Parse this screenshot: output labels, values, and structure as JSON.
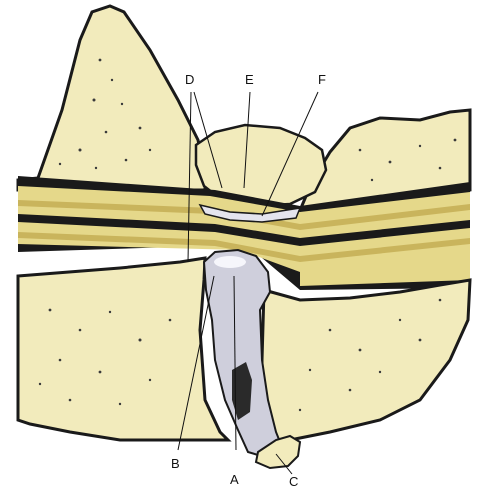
{
  "colors": {
    "bone": "#f2ebbc",
    "bone_outline": "#1a1a1a",
    "tendon": "#e5d88a",
    "tendon_band": "#c9b45c",
    "cartilage": "#e4e4ee",
    "fibrous_tissue": "#cfcfdc",
    "background": "#ffffff"
  },
  "labels": {
    "A": "A",
    "B": "B",
    "C": "C",
    "D": "D",
    "E": "E",
    "F": "F"
  }
}
